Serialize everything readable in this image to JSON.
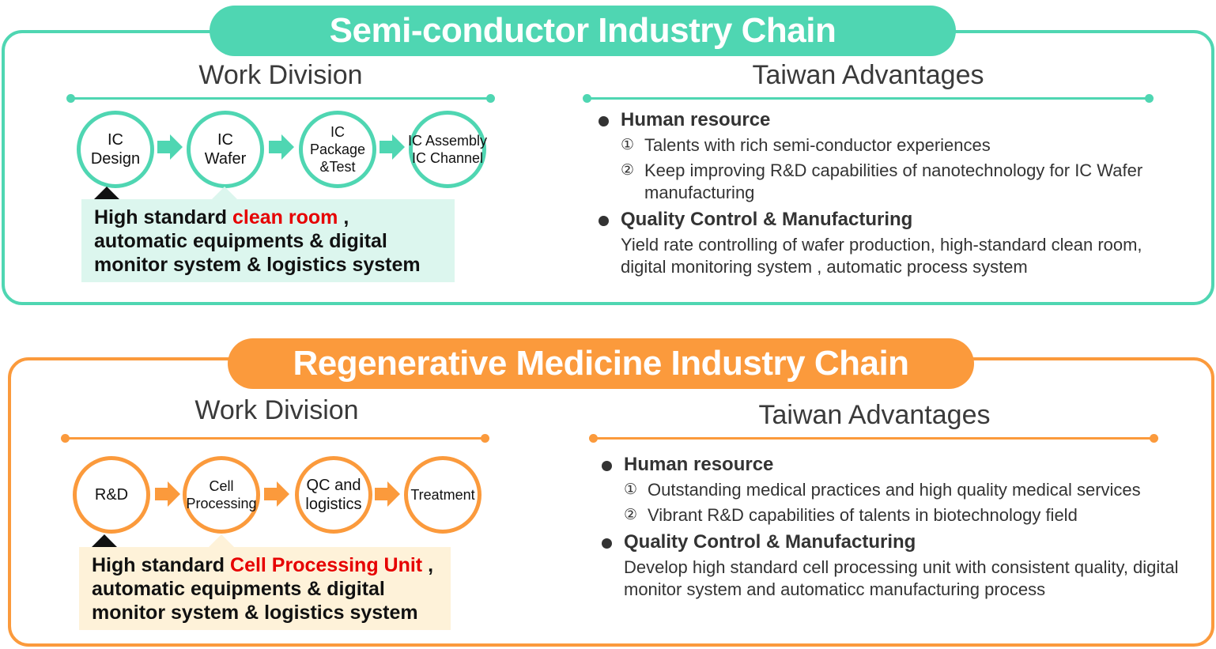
{
  "colors": {
    "teal": "#4fd6b2",
    "teal_light": "#dcf6ee",
    "orange": "#fb9a3c",
    "orange_light": "#fef2d9",
    "highlight_red": "#e60000"
  },
  "sections": [
    {
      "title": "Semi-conductor Industry Chain",
      "work_division": {
        "heading": "Work Division",
        "steps": [
          "IC\nDesign",
          "IC\nWafer",
          "IC\nPackage\n&Test",
          "IC Assembly\nIC Channel"
        ],
        "callout": {
          "prefix": "High standard ",
          "highlight": "clean room",
          "suffix": " ,\nautomatic equipments & digital\nmonitor system & logistics system"
        }
      },
      "advantages": {
        "heading": "Taiwan Advantages",
        "groups": [
          {
            "title": "Human resource",
            "items": [
              {
                "num": "①",
                "text": "Talents with rich semi-conductor experiences"
              },
              {
                "num": "②",
                "text": "Keep improving R&D capabilities of nanotechnology for IC Wafer manufacturing"
              }
            ]
          },
          {
            "title": "Quality Control & Manufacturing",
            "description": "Yield rate controlling of wafer production, high-standard clean room, digital monitoring system , automatic process system"
          }
        ]
      }
    },
    {
      "title": "Regenerative Medicine Industry Chain",
      "work_division": {
        "heading": "Work Division",
        "steps": [
          "R&D",
          "Cell\nProcessing",
          "QC and\nlogistics",
          "Treatment"
        ],
        "callout": {
          "prefix": "High standard ",
          "highlight": "Cell Processing Unit",
          "suffix": " ,\nautomatic equipments & digital\nmonitor system & logistics system"
        }
      },
      "advantages": {
        "heading": "Taiwan Advantages",
        "groups": [
          {
            "title": "Human resource",
            "items": [
              {
                "num": "①",
                "text": "Outstanding medical practices and high quality medical services"
              },
              {
                "num": "②",
                "text": "Vibrant R&D capabilities of talents in biotechnology field"
              }
            ]
          },
          {
            "title": "Quality Control & Manufacturing",
            "description": "Develop high standard cell processing unit with consistent quality, digital monitor system and automaticc manufacturing process"
          }
        ]
      }
    }
  ]
}
